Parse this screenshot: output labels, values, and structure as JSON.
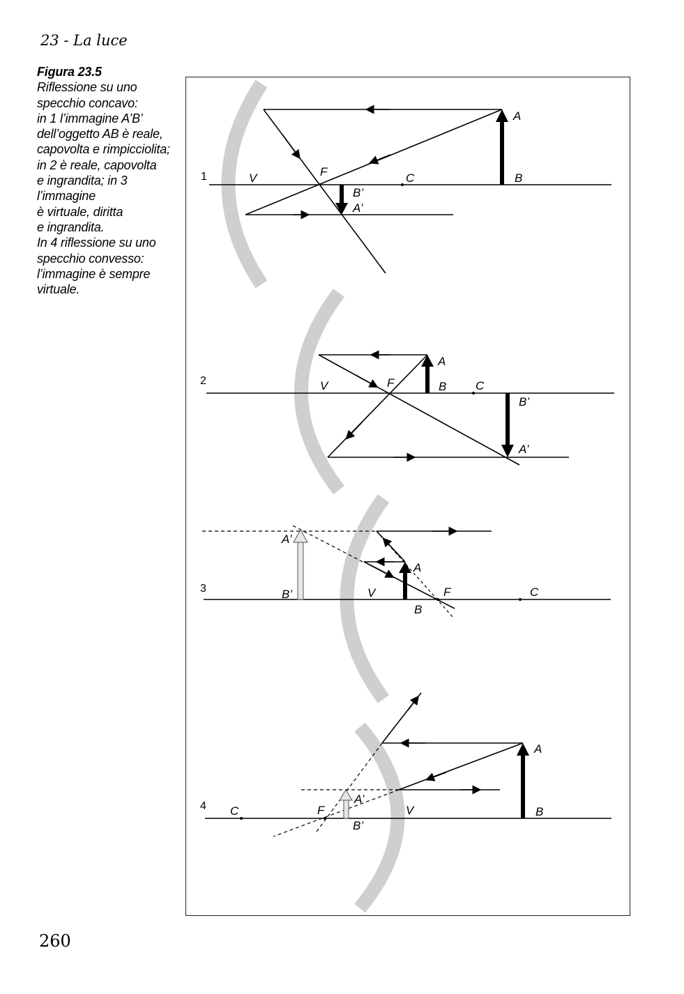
{
  "header": {
    "running_head": "23 - La luce"
  },
  "caption": {
    "title": "Figura 23.5",
    "body": "Riflessione su uno\nspecchio concavo:\nin 1 l’immagine A’B’\ndell’oggetto AB è reale,\ncapovolta e rimpicciolita;\nin 2 è reale, capovolta\ne ingrandita; in 3\nl’immagine\nè virtuale, diritta\ne ingrandita.\nIn 4 riflessione su uno\nspecchio convesso:\nl’immagine è sempre\nvirtuale."
  },
  "figure": {
    "colors": {
      "mirror": "#cfcfcf",
      "virtual_image": "#e6e6e6",
      "ink": "#000000"
    },
    "panel1": {
      "number": "1",
      "V": "V",
      "F": "F",
      "C": "C",
      "A": "A",
      "B": "B",
      "A_img": "A’",
      "B_img": "B’"
    },
    "panel2": {
      "number": "2",
      "V": "V",
      "F": "F",
      "C": "C",
      "A": "A",
      "B": "B",
      "A_img": "A’",
      "B_img": "B’"
    },
    "panel3": {
      "number": "3",
      "V": "V",
      "F": "F",
      "C": "C",
      "A": "A",
      "B": "B",
      "A_img": "A’",
      "B_img": "B’"
    },
    "panel4": {
      "number": "4",
      "V": "V",
      "F": "F",
      "C": "C",
      "A": "A",
      "B": "B",
      "A_img": "A’",
      "B_img": "B’"
    }
  },
  "footer": {
    "page_number": "260"
  }
}
